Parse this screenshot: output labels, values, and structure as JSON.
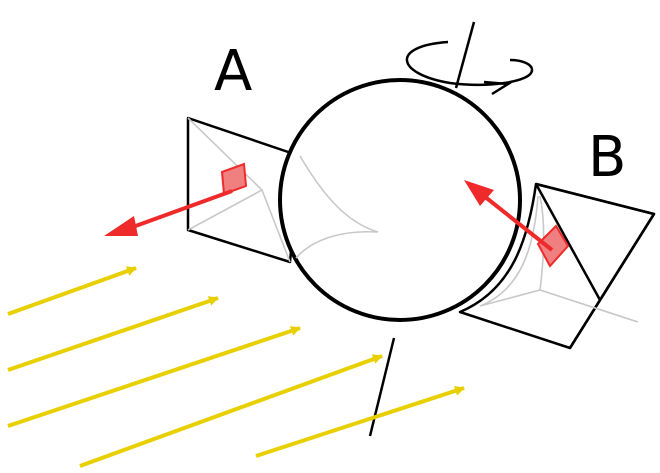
{
  "labels": {
    "a": "A",
    "b": "B"
  },
  "colors": {
    "outline": "#000000",
    "hidden_line": "#c8c8c8",
    "vector": "#ee2a2a",
    "patch_fill": "#f08080",
    "sun_rays": "#e8d000",
    "background": "#ffffff"
  },
  "icons": {
    "rotation": "curved-rotation-arrow",
    "rays": "parallel-light-ray-arrows"
  }
}
